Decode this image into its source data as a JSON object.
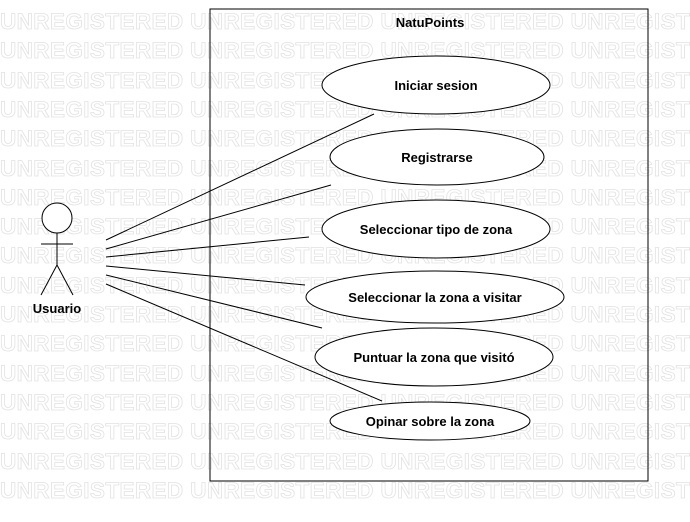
{
  "watermark": {
    "text": "UNREGISTERED"
  },
  "system": {
    "title": "NatuPoints"
  },
  "actor": {
    "name": "Usuario"
  },
  "use_cases": [
    {
      "label": "Iniciar sesion"
    },
    {
      "label": "Registrarse"
    },
    {
      "label": "Seleccionar tipo de zona"
    },
    {
      "label": "Seleccionar la zona a visitar"
    },
    {
      "label": "Puntuar la zona que visitó"
    },
    {
      "label": "Opinar sobre la zona"
    }
  ],
  "colors": {
    "line": "#000000",
    "watermark": "#e2e2e2",
    "background": "#ffffff"
  }
}
